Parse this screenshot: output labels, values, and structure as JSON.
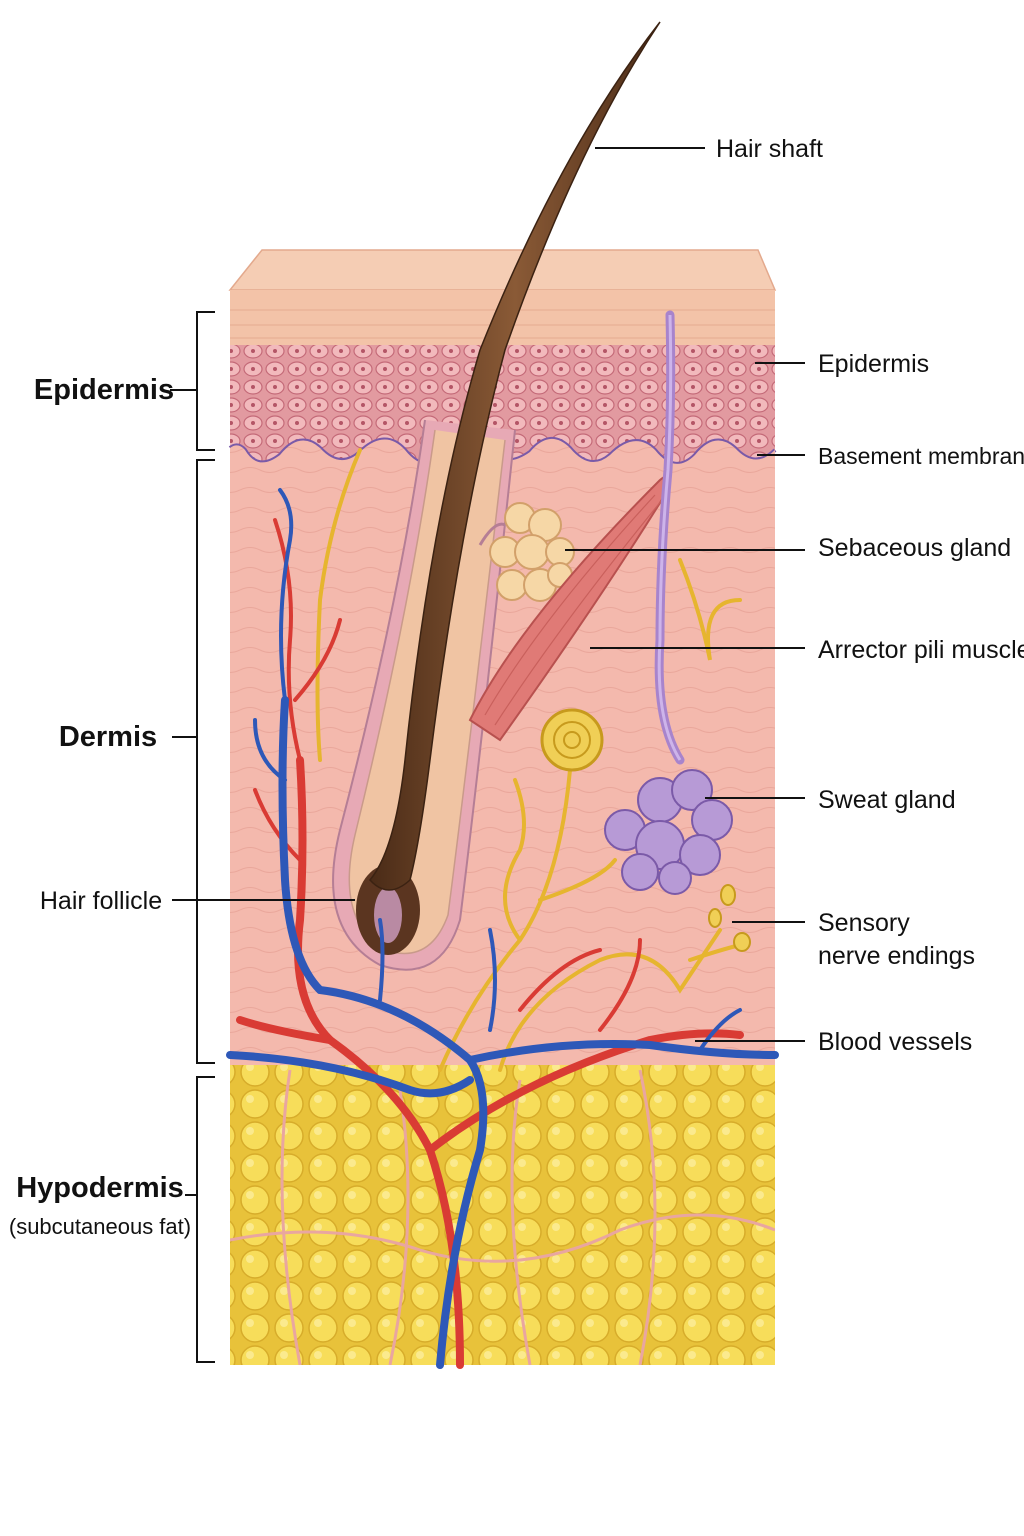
{
  "labels_right": {
    "hair_shaft": "Hair shaft",
    "epidermis": "Epidermis",
    "basement_membrane": "Basement membrane",
    "sebaceous_gland": "Sebaceous gland",
    "arrector_pili_muscle": "Arrector pili muscle",
    "sweat_gland": "Sweat gland",
    "sensory_nerve_line1": "Sensory",
    "sensory_nerve_line2": "nerve endings",
    "blood_vessels": "Blood vessels"
  },
  "labels_left": {
    "epidermis": "Epidermis",
    "dermis": "Dermis",
    "hair_follicle": "Hair follicle",
    "hypodermis": "Hypodermis",
    "hypodermis_sub": "(subcutaneous fat)"
  },
  "colors": {
    "epidermis_top": "#f3c3a8",
    "epidermis_cells": "#d98a93",
    "dermis": "#f4b9ad",
    "hair": "#6b4226",
    "sebaceous": "#f6d7a6",
    "muscle": "#e07a76",
    "sweat_gland": "#b79ad6",
    "nerve": "#e6b52f",
    "artery": "#d93b34",
    "vein": "#2e58b8",
    "fat": "#f5d94e"
  }
}
